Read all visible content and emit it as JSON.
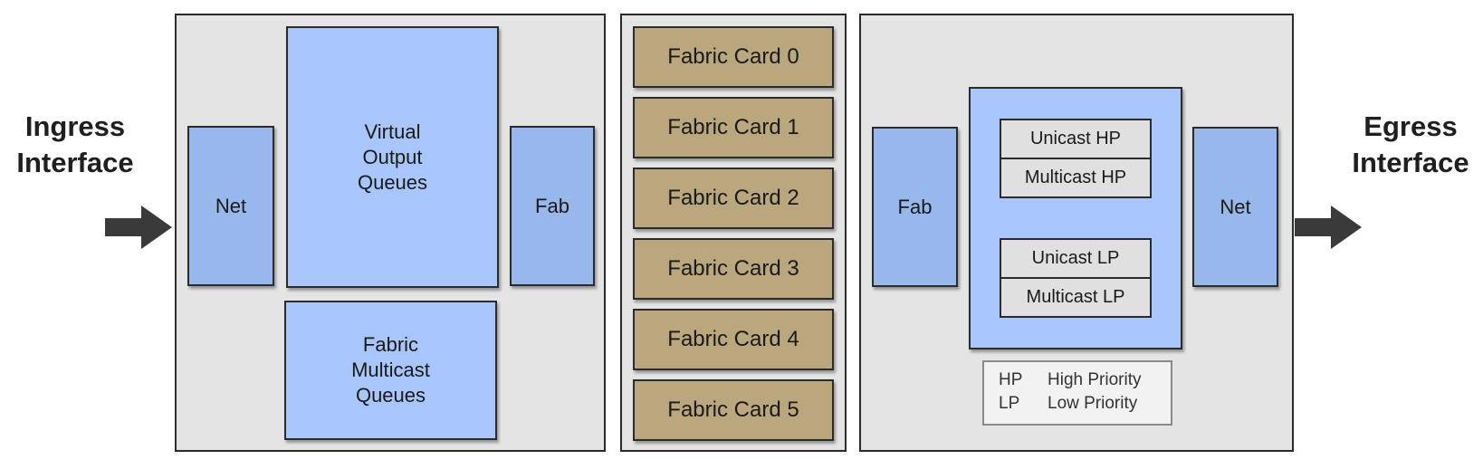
{
  "ingress": {
    "label": "Ingress\nInterface"
  },
  "egress": {
    "label": "Egress\nInterface"
  },
  "ingress_panel": {
    "net": "Net",
    "voq": "Virtual\nOutput\nQueues",
    "fmq": "Fabric\nMulticast\nQueues",
    "fab": "Fab"
  },
  "fabric_cards": [
    "Fabric Card 0",
    "Fabric Card 1",
    "Fabric Card 2",
    "Fabric Card 3",
    "Fabric Card 4",
    "Fabric Card 5"
  ],
  "egress_panel": {
    "fab": "Fab",
    "net": "Net",
    "queues": {
      "unicast_hp": "Unicast HP",
      "multicast_hp": "Multicast HP",
      "unicast_lp": "Unicast LP",
      "multicast_lp": "Multicast LP"
    }
  },
  "legend": {
    "hp_key": "HP",
    "hp_value": "High Priority",
    "lp_key": "LP",
    "lp_value": "Low Priority"
  },
  "colors": {
    "panel": "#e4e4e4",
    "blue_dark": "#98b8ec",
    "blue_light": "#a8c6fa",
    "fabric_card": "#bba77e",
    "arrow": "#3a3a3a"
  }
}
